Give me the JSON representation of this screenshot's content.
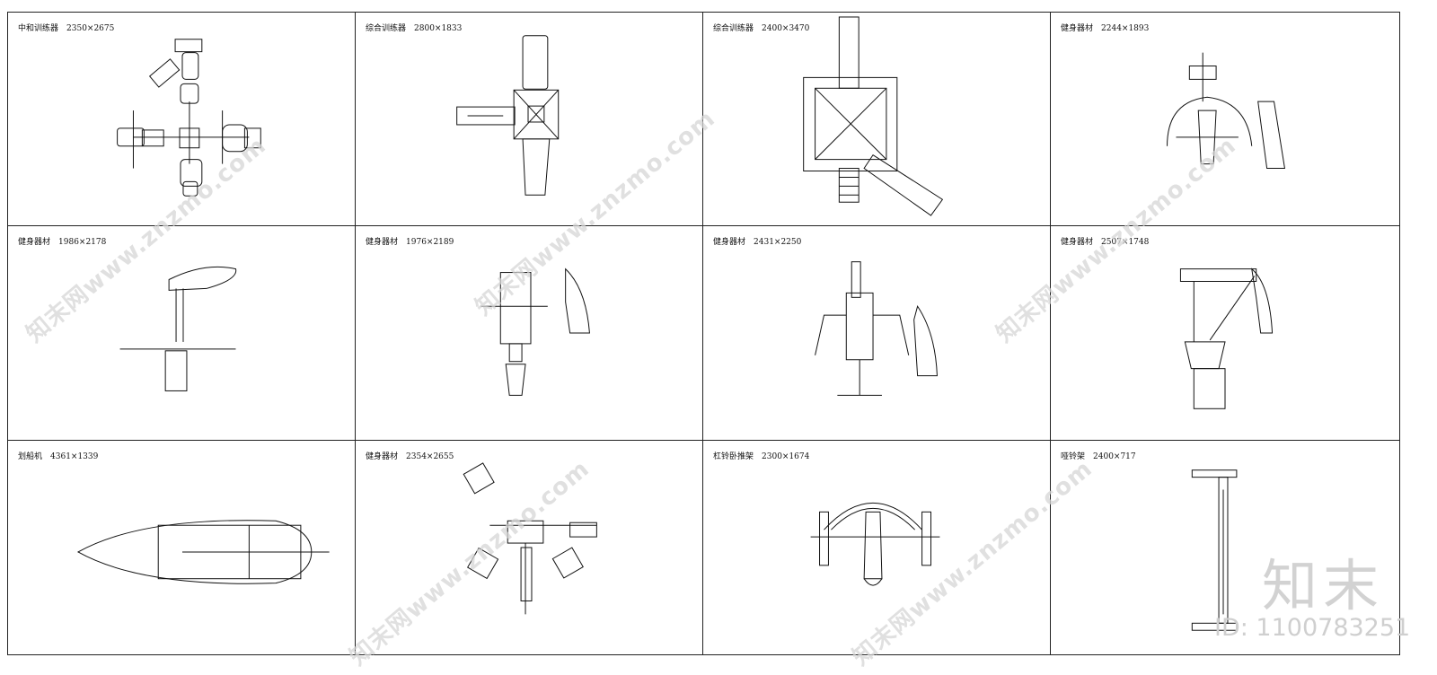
{
  "cells": [
    {
      "name": "中和训练器",
      "size": "2350×2675"
    },
    {
      "name": "综合训练器",
      "size": "2800×1833"
    },
    {
      "name": "综合训练器",
      "size": "2400×3470"
    },
    {
      "name": "健身器材",
      "size": "2244×1893"
    },
    {
      "name": "健身器材",
      "size": "1986×2178"
    },
    {
      "name": "健身器材",
      "size": "1976×2189"
    },
    {
      "name": "健身器材",
      "size": "2431×2250"
    },
    {
      "name": "健身器材",
      "size": "2507×1748"
    },
    {
      "name": "划船机",
      "size": "4361×1339"
    },
    {
      "name": "健身器材",
      "size": "2354×2655"
    },
    {
      "name": "杠铃卧推架",
      "size": "2300×1674"
    },
    {
      "name": "哑铃架",
      "size": "2400×717"
    }
  ],
  "watermark": {
    "text": "知末网www.znzmo.com"
  },
  "brand": {
    "logo": "知末",
    "id_label": "ID: 1100783251"
  }
}
